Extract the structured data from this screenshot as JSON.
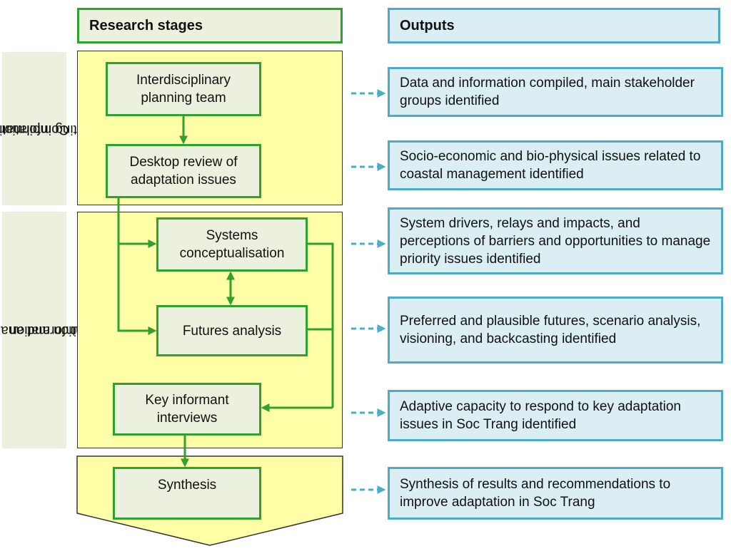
{
  "headers": {
    "research_stages": "Research stages",
    "outputs": "Outputs"
  },
  "side_labels": {
    "compilation_line1": "Compilation of",
    "compilation_line2": "existing information",
    "generation_line1": "Generation and analysis of new",
    "generation_line2": "information"
  },
  "stages": {
    "planning_team": "Interdisciplinary planning team",
    "desktop_review": "Desktop review of adaptation issues",
    "systems": "Systems conceptualisation",
    "futures": "Futures analysis",
    "key_informant": "Key informant interviews",
    "synthesis": "Synthesis"
  },
  "outputs": [
    "Data and information compiled, main stakeholder groups identified",
    "Socio-economic and bio-physical issues related to coastal management identified",
    "System drivers, relays and impacts, and perceptions of barriers and opportunities to manage priority issues identified",
    "Preferred and plausible futures, scenario analysis, visioning, and backcasting identified",
    "Adaptive capacity to respond to key adaptation issues in Soc Trang identified",
    "Synthesis of results and recommendations to improve adaptation in Soc Trang"
  ],
  "colors": {
    "stage_green": "#2fa12f",
    "stage_fill": "#ebf1de",
    "phase_yellow": "#ffffa7",
    "output_border": "#4bacc6",
    "output_fill": "#daeef3"
  }
}
